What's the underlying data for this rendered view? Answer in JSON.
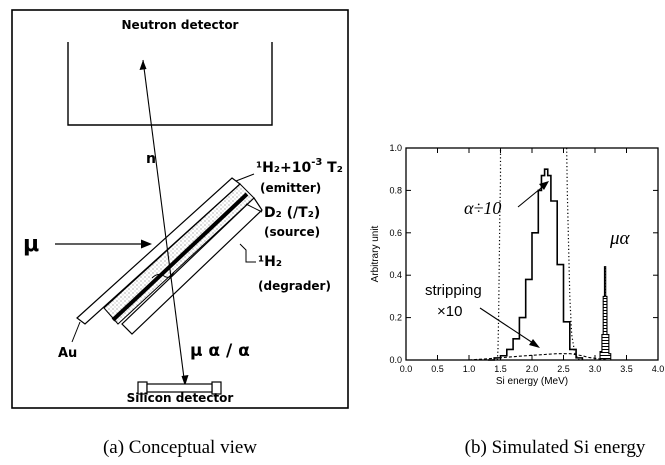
{
  "panel_a": {
    "caption": "(a) Conceptual view",
    "neutron_detector": "Neutron detector",
    "silicon_detector": "Silicon detector",
    "n_label": "n",
    "mu_label": "μ",
    "mu_alpha_label": "μ α / α",
    "au_label": "Au",
    "emitter": {
      "line1_pre": "¹H₂+10",
      "line1_exp": "-3",
      "line1_post": " T₂",
      "line2": "(emitter)"
    },
    "source": {
      "line1": "D₂ (/T₂)",
      "line2": "(source)"
    },
    "degrader": {
      "line1": "¹H₂",
      "line2": "(degrader)"
    }
  },
  "panel_b": {
    "caption": "(b) Simulated Si energy",
    "annotations": {
      "alpha": "α÷10",
      "stripping_1": "stripping",
      "stripping_2": "×10",
      "mu_alpha": "μα"
    },
    "chart_data": {
      "type": "line",
      "xlabel": "Si energy (MeV)",
      "ylabel": "Arbitrary unit",
      "xlim": [
        0.0,
        4.0
      ],
      "ylim": [
        0.0,
        1.0
      ],
      "x_ticks": [
        "0.0",
        "0.5",
        "1.0",
        "1.5",
        "2.0",
        "2.5",
        "3.0",
        "3.5",
        "4.0"
      ],
      "y_ticks": [
        "0.0",
        "0.2",
        "0.4",
        "0.6",
        "0.8",
        "1.0"
      ],
      "grid": false,
      "series": [
        {
          "style": "dotted",
          "points": [
            [
              1.45,
              0.0
            ],
            [
              1.46,
              0.05
            ],
            [
              1.47,
              0.2
            ],
            [
              1.48,
              0.45
            ],
            [
              1.49,
              0.7
            ],
            [
              1.5,
              0.85
            ],
            [
              1.5,
              1.0
            ]
          ]
        },
        {
          "style": "dotted",
          "points": [
            [
              2.55,
              1.0
            ],
            [
              2.56,
              0.8
            ],
            [
              2.58,
              0.55
            ],
            [
              2.6,
              0.3
            ],
            [
              2.63,
              0.12
            ],
            [
              2.68,
              0.03
            ],
            [
              2.75,
              0.0
            ]
          ]
        },
        {
          "style": "solid",
          "points": [
            [
              1.3,
              0.0
            ],
            [
              1.4,
              0.01
            ],
            [
              1.5,
              0.02
            ],
            [
              1.6,
              0.05
            ],
            [
              1.7,
              0.1
            ],
            [
              1.8,
              0.2
            ],
            [
              1.9,
              0.38
            ],
            [
              2.0,
              0.6
            ],
            [
              2.1,
              0.8
            ],
            [
              2.15,
              0.87
            ],
            [
              2.2,
              0.9
            ],
            [
              2.25,
              0.87
            ],
            [
              2.3,
              0.75
            ],
            [
              2.4,
              0.45
            ],
            [
              2.5,
              0.18
            ],
            [
              2.6,
              0.05
            ],
            [
              2.7,
              0.01
            ],
            [
              2.8,
              0.0
            ]
          ]
        },
        {
          "style": "dashed",
          "points": [
            [
              1.0,
              0.0
            ],
            [
              1.2,
              0.004
            ],
            [
              1.4,
              0.008
            ],
            [
              1.6,
              0.013
            ],
            [
              1.8,
              0.018
            ],
            [
              2.0,
              0.022
            ],
            [
              2.2,
              0.026
            ],
            [
              2.4,
              0.03
            ],
            [
              2.6,
              0.03
            ],
            [
              2.7,
              0.025
            ],
            [
              2.8,
              0.02
            ],
            [
              2.9,
              0.012
            ],
            [
              3.0,
              0.008
            ],
            [
              3.1,
              0.004
            ],
            [
              3.2,
              0.0
            ]
          ]
        },
        {
          "style": "hatched-peak",
          "points": [
            [
              3.05,
              0.0
            ],
            [
              3.08,
              0.04
            ],
            [
              3.11,
              0.12
            ],
            [
              3.13,
              0.3
            ],
            [
              3.15,
              0.44
            ],
            [
              3.17,
              0.3
            ],
            [
              3.19,
              0.12
            ],
            [
              3.22,
              0.03
            ],
            [
              3.25,
              0.0
            ]
          ]
        }
      ]
    }
  }
}
